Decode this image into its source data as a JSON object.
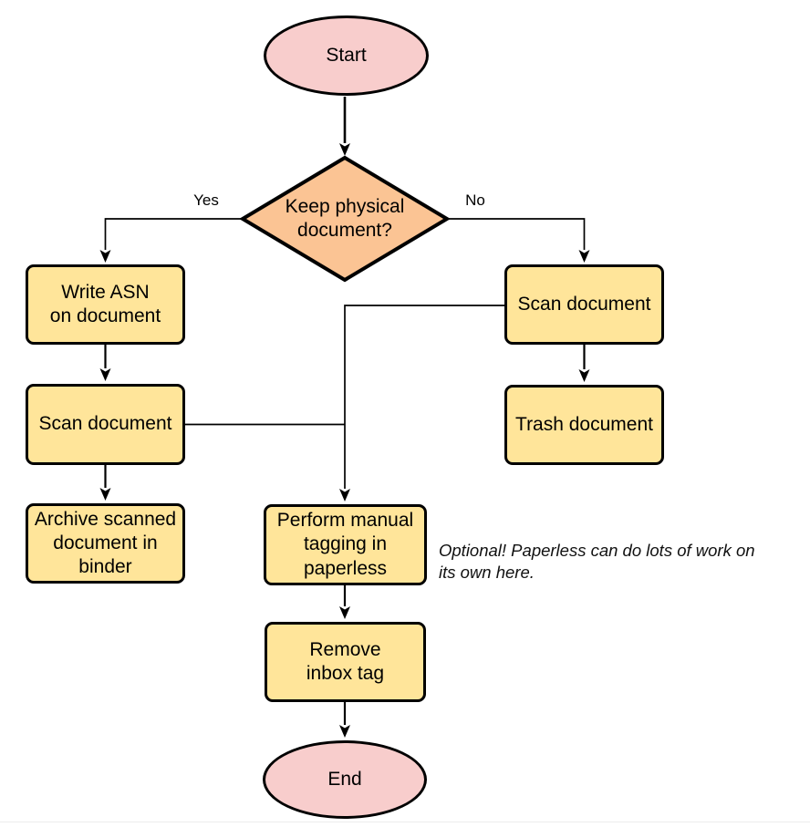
{
  "colors": {
    "process_fill": "#ffe59a",
    "terminal_fill": "#f8cdcc",
    "decision_fill": "#fbc494",
    "edge_color": "#000000"
  },
  "nodes": {
    "start": {
      "label": "Start",
      "shape": "terminal"
    },
    "decision": {
      "label": "Keep physical\ndocument?",
      "shape": "decision"
    },
    "write_asn": {
      "label": "Write ASN\non document",
      "shape": "process"
    },
    "scan_left": {
      "label": "Scan document",
      "shape": "process"
    },
    "archive": {
      "label": "Archive scanned\ndocument in\nbinder",
      "shape": "process"
    },
    "scan_right": {
      "label": "Scan document",
      "shape": "process"
    },
    "trash": {
      "label": "Trash document",
      "shape": "process"
    },
    "tagging": {
      "label": "Perform manual\ntagging in\npaperless",
      "shape": "process"
    },
    "remove_inbox": {
      "label": "Remove\ninbox tag",
      "shape": "process"
    },
    "end": {
      "label": "End",
      "shape": "terminal"
    }
  },
  "edge_labels": {
    "yes": "Yes",
    "no": "No"
  },
  "edges": [
    {
      "from": "start",
      "to": "decision",
      "label": ""
    },
    {
      "from": "decision",
      "to": "write_asn",
      "label": "Yes"
    },
    {
      "from": "decision",
      "to": "scan_right",
      "label": "No"
    },
    {
      "from": "write_asn",
      "to": "scan_left",
      "label": ""
    },
    {
      "from": "scan_left",
      "to": "archive",
      "label": ""
    },
    {
      "from": "scan_right",
      "to": "trash",
      "label": ""
    },
    {
      "from": "scan_left",
      "to": "tagging",
      "label": ""
    },
    {
      "from": "scan_right",
      "to": "tagging",
      "label": ""
    },
    {
      "from": "tagging",
      "to": "remove_inbox",
      "label": ""
    },
    {
      "from": "remove_inbox",
      "to": "end",
      "label": ""
    }
  ],
  "annotation": {
    "text": "Optional! Paperless can do lots of work on\nits own here."
  }
}
